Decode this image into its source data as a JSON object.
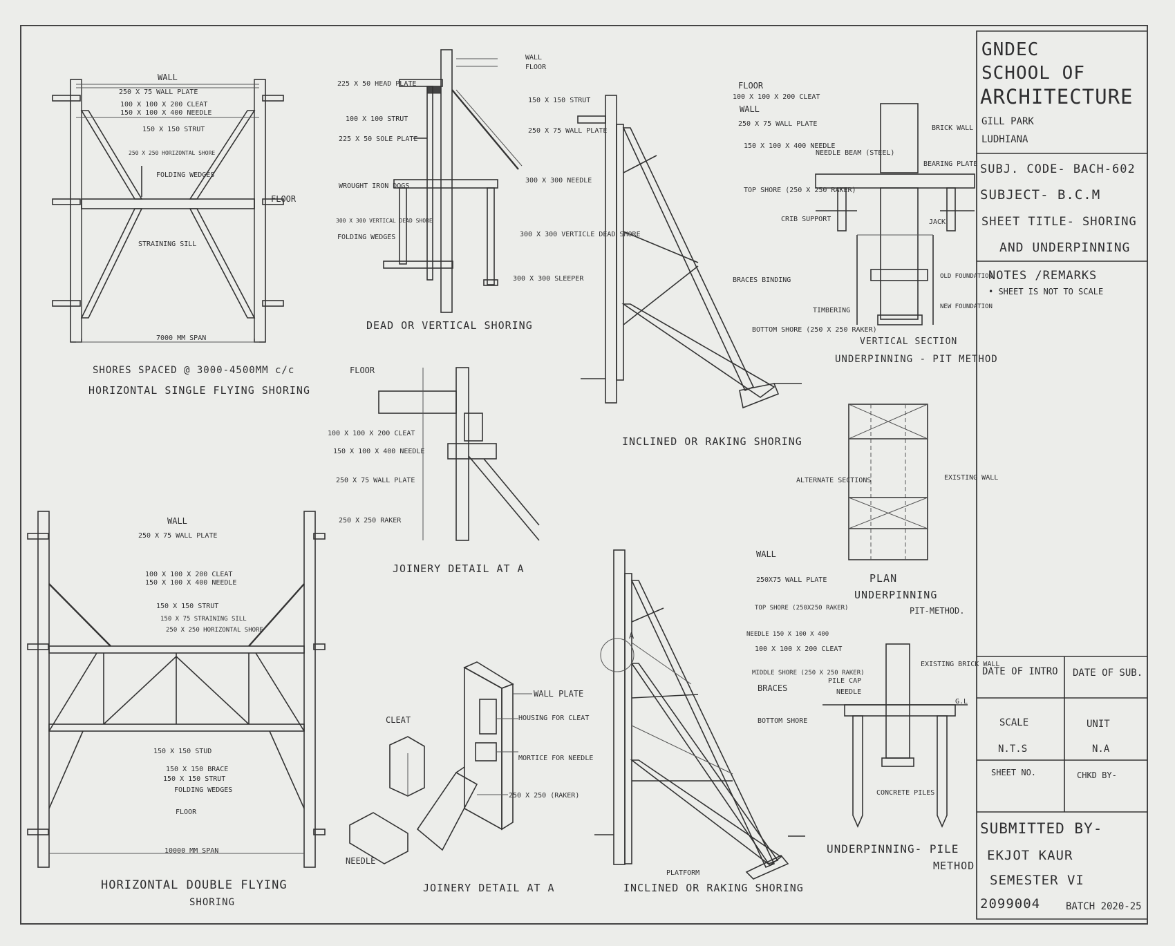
{
  "title_block": {
    "college": "GNDEC",
    "school_1": "SCHOOL OF",
    "school_2": "ARCHITECTURE",
    "address_1": "GILL PARK",
    "address_2": "LUDHIANA",
    "subject_code": "SUBJ. CODE- BACH-602",
    "subject": "SUBJECT- B.C.M",
    "sheet_title_1": "SHEET TITLE- SHORING",
    "sheet_title_2": "AND UNDERPINNING",
    "notes_heading": "NOTES /REMARKS",
    "notes_item": "• SHEET IS NOT TO SCALE",
    "date_intro": "DATE OF INTRO",
    "date_sub": "DATE OF SUB.",
    "scale_label": "SCALE",
    "scale_value": "N.T.S",
    "unit_label": "UNIT",
    "unit_value": "N.A",
    "sheet_no": "SHEET NO.",
    "checked_by": "CHKD BY-",
    "submitted_by": "SUBMITTED BY-",
    "student": "EKJOT KAUR",
    "semester": "SEMESTER VI",
    "roll": "2099004",
    "batch": "BATCH 2020-25"
  },
  "single_flying": {
    "caption_1": "SHORES SPACED @ 3000-4500MM c/c",
    "caption_2": "HORIZONTAL SINGLE FLYING SHORING",
    "labels": {
      "wall": "WALL",
      "wall_plate": "250 X 75 WALL PLATE",
      "cleat": "100 X 100 X 200 CLEAT",
      "needle": "150 X 100 X 400 NEEDLE",
      "strut": "150 X 150 STRUT",
      "horizontal_shore": "250 X 250 HORIZONTAL SHORE",
      "wedges": "FOLDING WEDGES",
      "floor": "FLOOR",
      "sill": "STRAINING SILL",
      "span": "7000 MM SPAN"
    }
  },
  "dead_shoring": {
    "caption": "DEAD OR VERTICAL SHORING",
    "labels": {
      "wall": "WALL",
      "floor": "FLOOR",
      "head_plate": "225 X 50 HEAD PLATE",
      "strut_100": "100 X 100 STRUT",
      "sole_plate": "225 X 50 SOLE PLATE",
      "dogs": "WROUGHT IRON DOGS",
      "dead_shore": "300 X 300 VERTICAL DEAD SHORE",
      "folding_wedges": "FOLDING WEDGES",
      "strut_150": "150 X 150 STRUT",
      "wall_plate": "250 X 75 WALL PLATE",
      "needle": "300 X 300 NEEDLE",
      "vertical_dead_shore": "300 X 300 VERTICLE DEAD SHORE",
      "sleeper": "300 X 300 SLEEPER"
    }
  },
  "joinery_a": {
    "caption": "JOINERY DETAIL AT A",
    "labels": {
      "floor": "FLOOR",
      "cleat": "100 X 100 X 200 CLEAT",
      "needle": "150 X 100 X 400 NEEDLE",
      "wall_plate": "250 X 75 WALL PLATE",
      "raker": "250 X 250 RAKER"
    }
  },
  "raking_top": {
    "caption": "INCLINED OR RAKING SHORING",
    "labels": {
      "floor": "FLOOR",
      "cleat": "100 X 100 X 200 CLEAT",
      "wall": "WALL",
      "wall_plate": "250 X 75 WALL PLATE",
      "needle": "150 X 100 X 400 NEEDLE",
      "top_shore": "TOP SHORE (250 X 250 RAKER)",
      "braces": "BRACES BINDING",
      "bottom_shore": "BOTTOM SHORE (250 X 250 RAKER)"
    }
  },
  "pit_method": {
    "caption_1": "VERTICAL SECTION",
    "caption_2": "UNDERPINNING - PIT METHOD",
    "labels": {
      "brick_wall": "BRICK WALL",
      "needle_beam": "NEEDLE BEAM (STEEL)",
      "bearing_plate": "BEARING PLATE",
      "crib_support": "CRIB SUPPORT",
      "jack": "JACK",
      "old_foundation": "OLD FOUNDATION",
      "new_foundation": "NEW FOUNDATION",
      "timbering": "TIMBERING"
    }
  },
  "pit_plan": {
    "caption_1": "PLAN",
    "caption_2": "UNDERPINNING",
    "caption_3": "PIT-METHOD.",
    "labels": {
      "alternate": "ALTERNATE SECTIONS",
      "existing": "EXISTING WALL"
    }
  },
  "double_flying": {
    "caption_1": "HORIZONTAL DOUBLE FLYING",
    "caption_2": "SHORING",
    "labels": {
      "wall": "WALL",
      "wall_plate": "250 X 75 WALL PLATE",
      "cleat": "100 X 100 X 200 CLEAT",
      "needle": "150 X 100 X 400 NEEDLE",
      "strut": "150 X 150 STRUT",
      "sill": "150 X 75 STRAINING SILL",
      "horizontal_shore": "250 X 250 HORIZONTAL SHORE",
      "stud": "150 X 150 STUD",
      "brace": "150 X 150 BRACE",
      "strut2": "150 X 150 STRUT",
      "wedges": "FOLDING WEDGES",
      "floor": "FLOOR",
      "span": "10000 MM SPAN"
    }
  },
  "joinery_iso": {
    "caption": "JOINERY DETAIL AT A",
    "labels": {
      "wall_plate": "WALL PLATE",
      "cleat": "CLEAT",
      "housing": "HOUSING FOR CLEAT",
      "mortice": "MORTICE FOR NEEDLE",
      "raker": "250 X 250 (RAKER)",
      "needle": "NEEDLE"
    }
  },
  "raking_bottom": {
    "caption": "INCLINED OR RAKING SHORING",
    "labels": {
      "wall": "WALL",
      "wall_plate": "250X75 WALL PLATE",
      "top_shore": "TOP SHORE (250X250 RAKER)",
      "needle": "NEEDLE 150 X 100 X 400",
      "cleat": "100 X 100 X 200 CLEAT",
      "middle_shore": "MIDDLE SHORE (250 X 250 RAKER)",
      "braces": "BRACES",
      "bottom_shore": "BOTTOM SHORE",
      "platform": "PLATFORM",
      "marker": "A"
    }
  },
  "pile_method": {
    "caption_1": "UNDERPINNING- PILE",
    "caption_2": "METHOD",
    "labels": {
      "existing": "EXISTING BRICK WALL",
      "pile_cap": "PILE CAP",
      "needle": "NEEDLE",
      "gl": "G.L",
      "piles": "CONCRETE PILES"
    }
  }
}
